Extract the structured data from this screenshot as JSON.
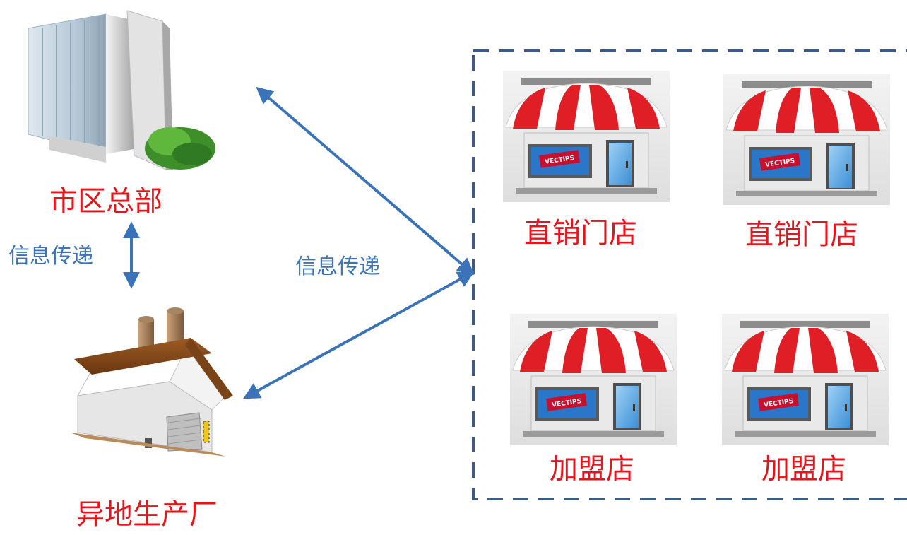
{
  "nodes": {
    "headquarters": {
      "label": "市区总部",
      "icon": "office-building-icon"
    },
    "factory": {
      "label": "异地生产厂",
      "icon": "factory-icon"
    },
    "stores": [
      {
        "label": "直销门店",
        "icon": "storefront-icon",
        "sign": "VECTIPS"
      },
      {
        "label": "直销门店",
        "icon": "storefront-icon",
        "sign": "VECTIPS"
      },
      {
        "label": "加盟店",
        "icon": "storefront-icon",
        "sign": "VECTIPS"
      },
      {
        "label": "加盟店",
        "icon": "storefront-icon",
        "sign": "VECTIPS"
      }
    ]
  },
  "edges": {
    "hq_factory": {
      "label": "信息传递"
    },
    "to_stores": {
      "label": "信息传递"
    }
  },
  "colors": {
    "node_label": "#e8141b",
    "edge": "#3b73b9",
    "dashed_border": "#3c5a82",
    "awning_red": "#e01e26"
  }
}
